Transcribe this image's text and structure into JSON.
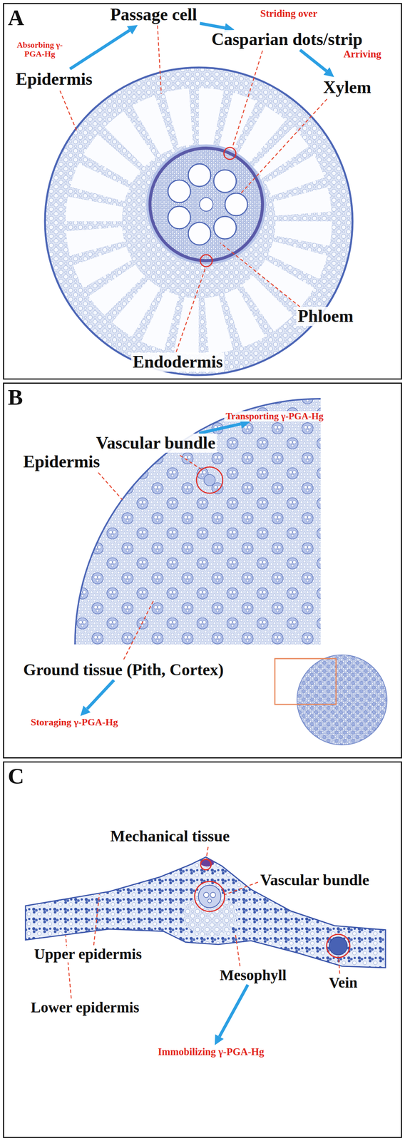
{
  "diagram": {
    "nodes": [
      {
        "text": [
          "A"
        ]
      },
      {
        "text": [
          "Epidermis"
        ],
        "in": 0
      },
      {
        "text": [
          "Passage cell"
        ],
        "in": 0
      },
      {
        "text": [
          "Casparian dots/strip"
        ],
        "in": 0
      },
      {
        "text": [
          "Xylem"
        ],
        "in": 0
      },
      {
        "text": [
          "B"
        ]
      },
      {
        "text": [
          "Vascular bundle"
        ],
        "in": 5
      },
      {
        "text": [
          "Transporting γ-PGA-Hg"
        ],
        "in": 5
      },
      {
        "text": [
          "Ground tissue (Pith, Cortex)"
        ],
        "in": 5
      },
      {
        "text": [
          "Storaging γ-PGA-Hg"
        ],
        "in": 5
      },
      {
        "text": [
          "C"
        ]
      },
      {
        "text": [
          "Mesophyll"
        ],
        "in": 10
      },
      {
        "text": [
          "Immobilizing γ-PGA-Hg"
        ],
        "in": 10
      }
    ],
    "edges": [
      {
        "from": 1,
        "to": 2,
        "arrow": "to",
        "label": "Absorbing γ-PGA-Hg"
      },
      {
        "from": 2,
        "to": 3,
        "arrow": "to",
        "label": "Striding over"
      },
      {
        "from": 3,
        "to": 4,
        "arrow": "to",
        "label": "Arriving"
      },
      {
        "from": 6,
        "to": 7,
        "arrow": "to"
      },
      {
        "from": 8,
        "to": 9,
        "arrow": "to"
      },
      {
        "from": 11,
        "to": 12,
        "arrow": "to"
      }
    ],
    "labels": [
      "Phloem",
      "Endodermis",
      "Epidermis",
      "Mechanical tissue",
      "Vascular bundle",
      "Upper epidermis",
      "Lower epidermis",
      "Vein"
    ]
  }
}
